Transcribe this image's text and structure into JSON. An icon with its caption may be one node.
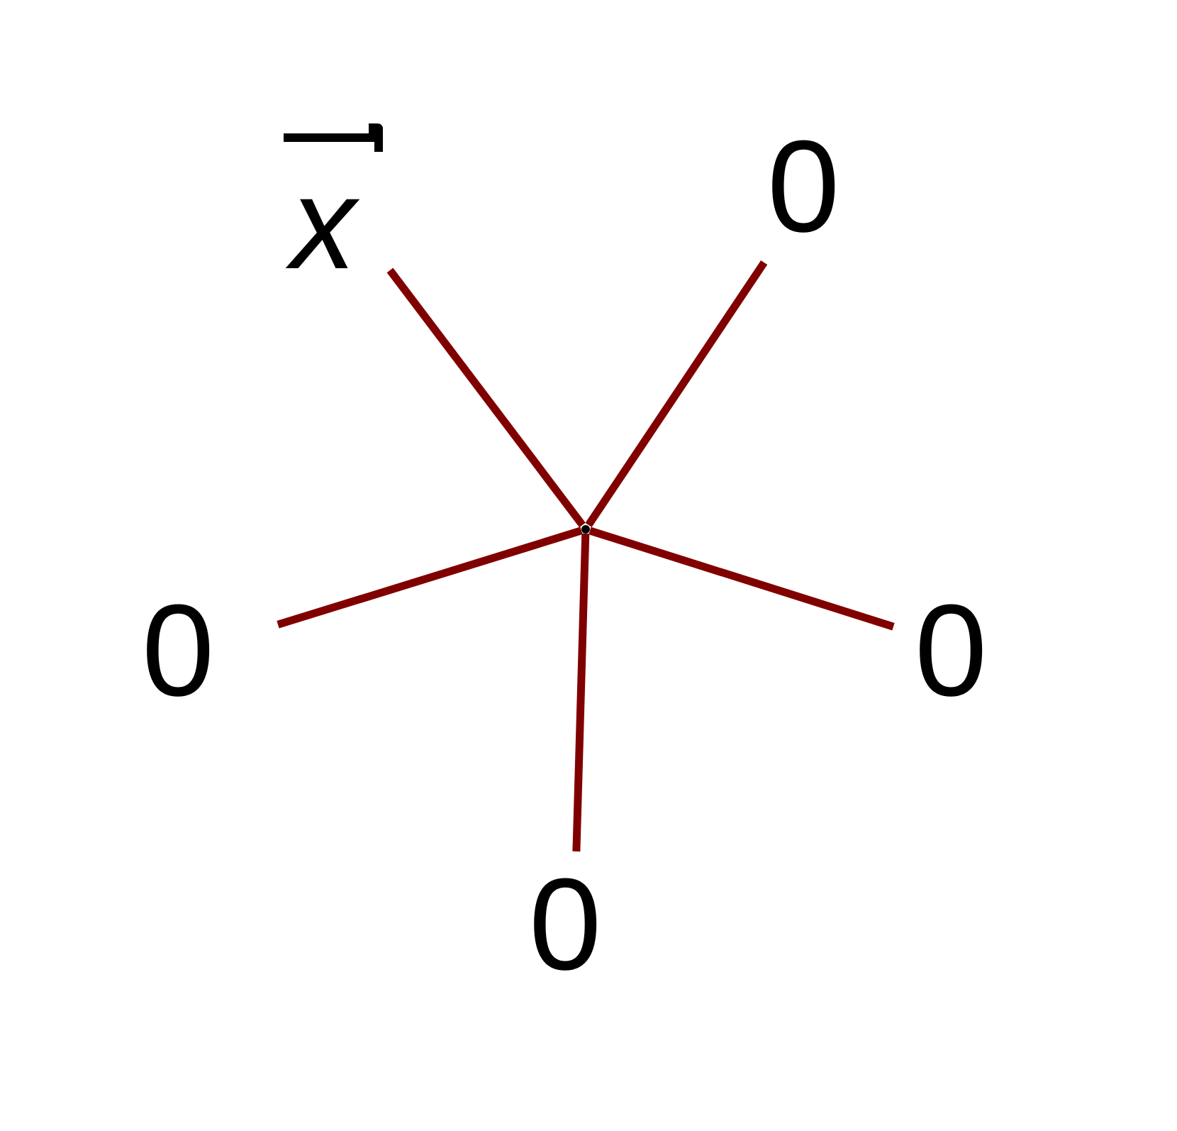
{
  "diagram": {
    "nodes": [
      {
        "text": [
          "x"
        ]
      },
      {
        "text": [
          "0"
        ]
      },
      {
        "text": [
          "0"
        ]
      },
      {
        "text": [
          "0"
        ]
      },
      {
        "text": [
          "0"
        ]
      },
      {
        "text": [],
        "shape": "circle"
      }
    ],
    "edges": [
      {
        "from": 5,
        "to": 0,
        "arrow": "none"
      },
      {
        "from": 5,
        "to": 1,
        "arrow": "none"
      },
      {
        "from": 5,
        "to": 2,
        "arrow": "none"
      },
      {
        "from": 5,
        "to": 3,
        "arrow": "none"
      },
      {
        "from": 5,
        "to": 4,
        "arrow": "none"
      }
    ]
  }
}
